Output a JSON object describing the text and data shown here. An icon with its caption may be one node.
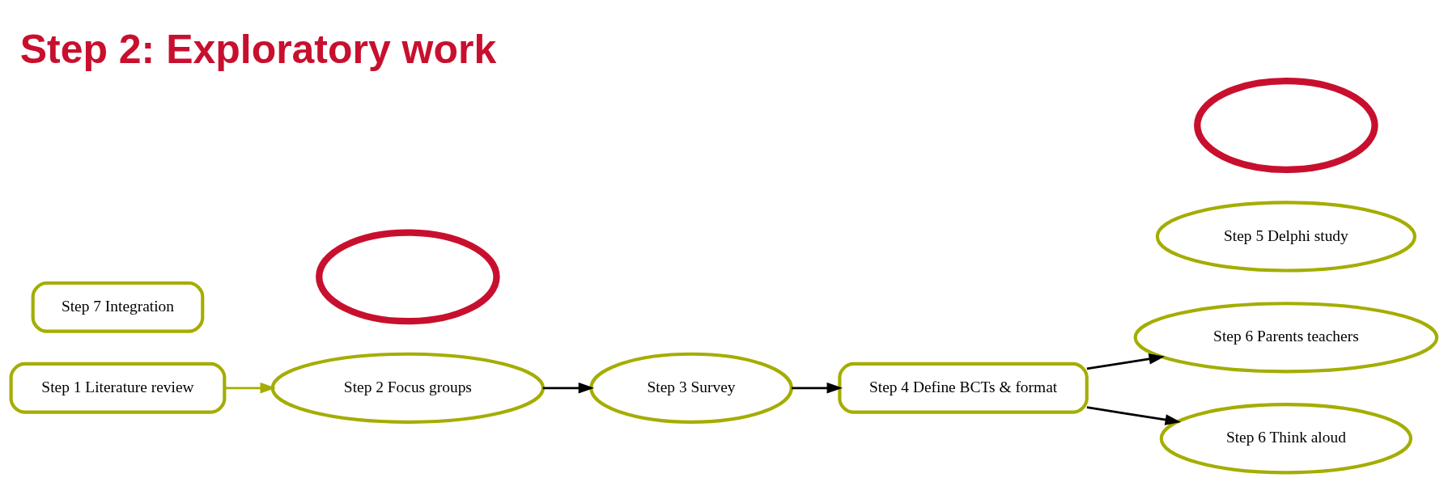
{
  "diagram": {
    "title": "Step 2: Exploratory work",
    "nodes": [
      {
        "text": [
          "Step 1 Literature review"
        ]
      },
      {
        "text": [
          "Step 2 Focus groups"
        ]
      },
      {
        "text": [
          "Step 3 Survey"
        ]
      },
      {
        "text": [
          "Step 4 Define BCTs & format"
        ]
      },
      {
        "text": [
          "Step 5 Delphi study"
        ]
      },
      {
        "text": [
          "Step 6 Parents teachers"
        ]
      },
      {
        "text": [
          "Step 6 Think aloud"
        ]
      },
      {
        "text": [
          "Step 7 Integration"
        ]
      },
      {
        "text": [],
        "shape": "ellipse"
      },
      {
        "text": [],
        "shape": "ellipse"
      }
    ],
    "edges": [
      {
        "from": 0,
        "to": 1,
        "arrow": "to",
        "color": "#a4ad00"
      },
      {
        "from": 1,
        "to": 2,
        "arrow": "to"
      },
      {
        "from": 2,
        "to": 3,
        "arrow": "to"
      },
      {
        "from": 3,
        "to": 5,
        "arrow": "to"
      },
      {
        "from": 3,
        "to": 6,
        "arrow": "to"
      }
    ]
  }
}
